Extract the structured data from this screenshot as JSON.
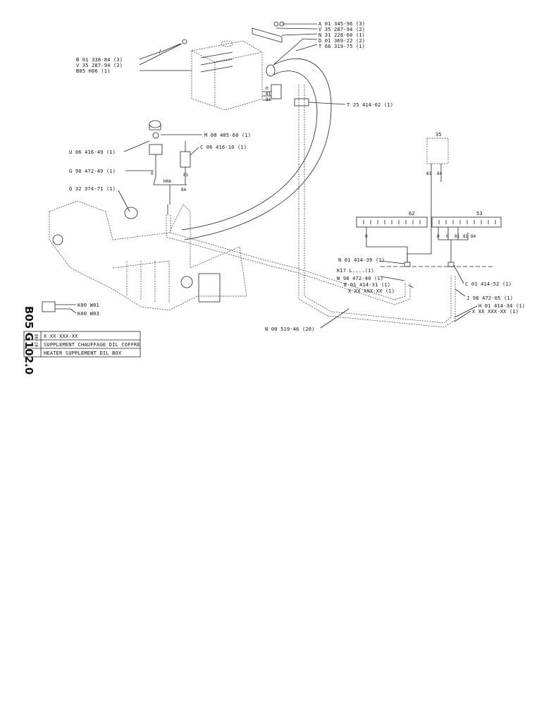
{
  "document": {
    "code": "B05 G102.0",
    "part_ref": "X XX XXX-XX",
    "date_code": "07-90",
    "title_fr": "SUPPLEMENT CHAUFFAGE DIL COFFRE",
    "title_en": "HEATER SUPPLEMENT DIL BOX"
  },
  "callouts": {
    "a": "A 01 345-96 (3)",
    "v_top": "V 35 287-94 (2)",
    "n_top": "N 31 228-60 (1)",
    "d": "D 01 369-22 (2)",
    "t_top": "T 66 319-75 (1)",
    "b": "B 01 338-84 (3)",
    "v_left": "V 35 287-94 (2)",
    "b05": "B05 H06 (1)",
    "t_mid": "T 25 414-02 (1)",
    "m": "M 00 405-60 (1)",
    "u": "U 06 416-49 (1)",
    "c_switch": "C 06 416-10 (1)",
    "g": "G 98 472-49 (1)",
    "q": "Q 32 374-71 (1)",
    "n_mid": "N 01 414-39 (1)",
    "k17": "K17 L....(1)",
    "w": "W 98 472-40 (1)",
    "e": "E 01 414-31 (1)",
    "xx_e": "X XX XXX-XX (1)",
    "c_right": "C 01 414-52 (1)",
    "j": "J 98 472-05 (1)",
    "h": "H 01 414-34 (1)",
    "xx_h": "X XX XXX-XX (1)",
    "n_bottom": "N 00 519-46 (20)",
    "k00_1": "K00 W01",
    "k00_2": "K00 W03"
  },
  "wire_labels": {
    "o": "0",
    "b1": "81",
    "b4": "84",
    "h08": "H08",
    "box_35": "35",
    "box_62": "62",
    "box_53": "53"
  }
}
